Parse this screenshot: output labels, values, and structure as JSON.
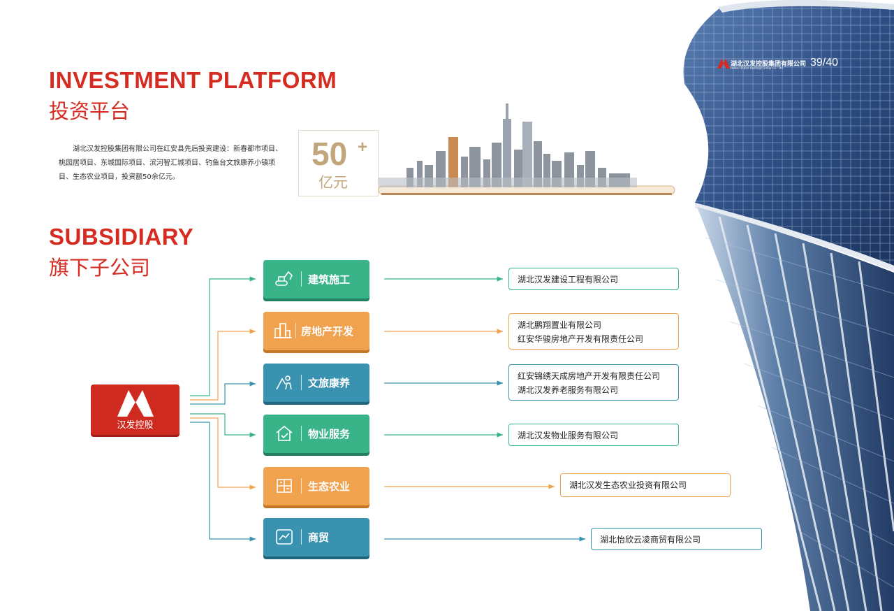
{
  "header": {
    "company": "湖北汉发控股集团有限公司",
    "company_en": "Hubei HANFA Holdings Group Co., Ltd",
    "page": "39/40"
  },
  "investment": {
    "title_en": "INVESTMENT PLATFORM",
    "title_cn": "投资平台",
    "intro": "湖北汉发控股集团有限公司在红安县先后投资建设：新春都市项目、桃园居项目、东城国际项目、滨河智汇城项目、钓鱼台文旅康养小镇项目、生态农业项目，投资额50余亿元。",
    "stat_value": "50",
    "stat_plus": "+",
    "stat_unit": "亿元"
  },
  "subsidiary": {
    "title_en": "SUBSIDIARY",
    "title_cn": "旗下子公司",
    "root": "汉发控股",
    "categories": [
      {
        "label": "建筑施工",
        "icon": "excavator-icon",
        "color": "#38b488",
        "companies": [
          "湖北汉发建设工程有限公司"
        ]
      },
      {
        "label": "房地产开发",
        "icon": "buildings-icon",
        "color": "#f0a24f",
        "companies": [
          "湖北鹏翔置业有限公司",
          "红安华骏房地产开发有限责任公司"
        ]
      },
      {
        "label": "文旅康养",
        "icon": "mountain-person-icon",
        "color": "#3993b0",
        "companies": [
          "红安锦绣天成房地产开发有限责任公司",
          "湖北汉发养老服务有限公司"
        ]
      },
      {
        "label": "物业服务",
        "icon": "house-check-icon",
        "color": "#38b488",
        "companies": [
          "湖北汉发物业服务有限公司"
        ]
      },
      {
        "label": "生态农业",
        "icon": "farm-field-icon",
        "color": "#f0a24f",
        "companies": [
          "湖北汉发生态农业投资有限公司"
        ]
      },
      {
        "label": "商贸",
        "icon": "trend-chart-icon",
        "color": "#3993b0",
        "companies": [
          "湖北怡欣云凌商贸有限公司"
        ]
      }
    ]
  }
}
